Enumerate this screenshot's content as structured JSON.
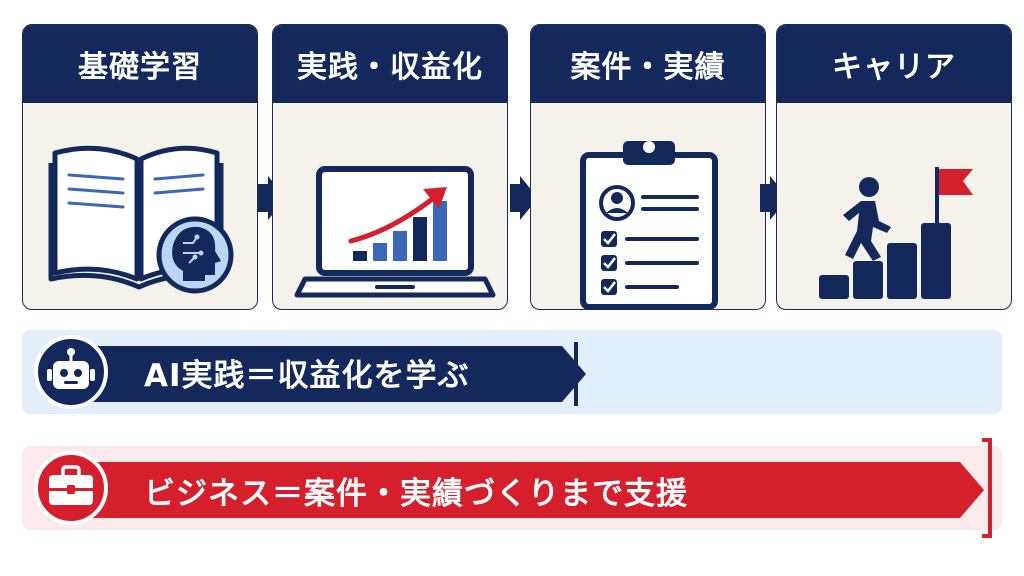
{
  "steps": [
    {
      "title": "基礎学習",
      "icon": "book-ai-icon"
    },
    {
      "title": "実践・収益化",
      "icon": "laptop-growth-chart-icon"
    },
    {
      "title": "案件・実績",
      "icon": "clipboard-checklist-icon"
    },
    {
      "title": "キャリア",
      "icon": "career-stairs-flag-icon"
    }
  ],
  "banners": [
    {
      "text": "AI実践＝収益化を学ぶ",
      "icon": "robot-icon",
      "color": "#14295b"
    },
    {
      "text": "ビジネス＝案件・実績づくりまで支援",
      "icon": "briefcase-icon",
      "color": "#d61f2c"
    }
  ],
  "colors": {
    "navy": "#14295b",
    "red": "#d61f2c",
    "card_bg": "#f5f2ec",
    "light_blue": "#e3eefb",
    "light_pink": "#fdeaec"
  }
}
